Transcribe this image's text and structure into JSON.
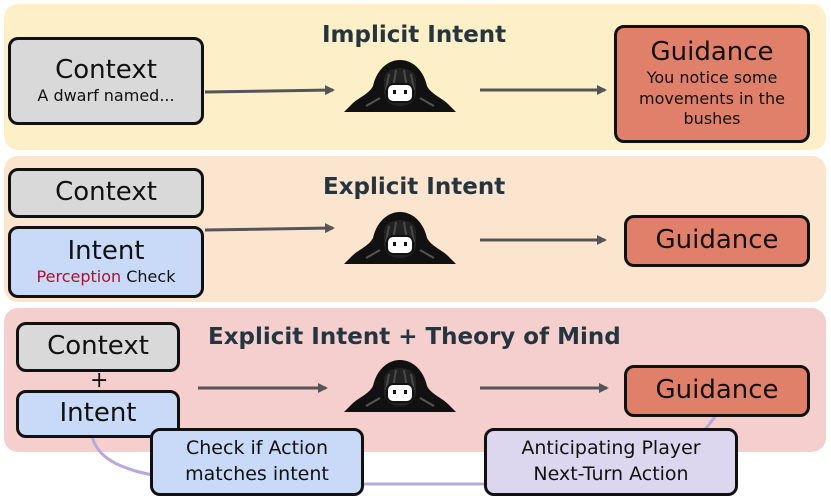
{
  "row1": {
    "title": "Implicit Intent",
    "context_label": "Context",
    "context_text": "A dwarf named...",
    "guidance_label": "Guidance",
    "guidance_text": "You notice some movements in the bushes"
  },
  "row2": {
    "title": "Explicit Intent",
    "context_label": "Context",
    "intent_label": "Intent",
    "intent_skill": "Perception",
    "intent_check": "Check",
    "guidance_label": "Guidance"
  },
  "row3": {
    "title": "Explicit Intent + Theory of Mind",
    "context_label": "Context",
    "plus": "+",
    "intent_label": "Intent",
    "guidance_label": "Guidance",
    "check_box": "Check if Action matches intent",
    "anticipate_box": "Anticipating Player Next-Turn Action"
  },
  "colors": {
    "row1_bg": "#fdf0c8",
    "row2_bg": "#fbe5cf",
    "row3_bg": "#f5cfcd",
    "context_box": "#d9d9d9",
    "intent_box": "#c8daf7",
    "guidance_box": "#e0806b",
    "anticipate_box": "#dcd6ef",
    "title_text": "#253540",
    "perception_text": "#b0102a",
    "connector": "#b8a8e0"
  },
  "icons": [
    "hooded-figure-icon",
    "arrow-right-icon"
  ]
}
